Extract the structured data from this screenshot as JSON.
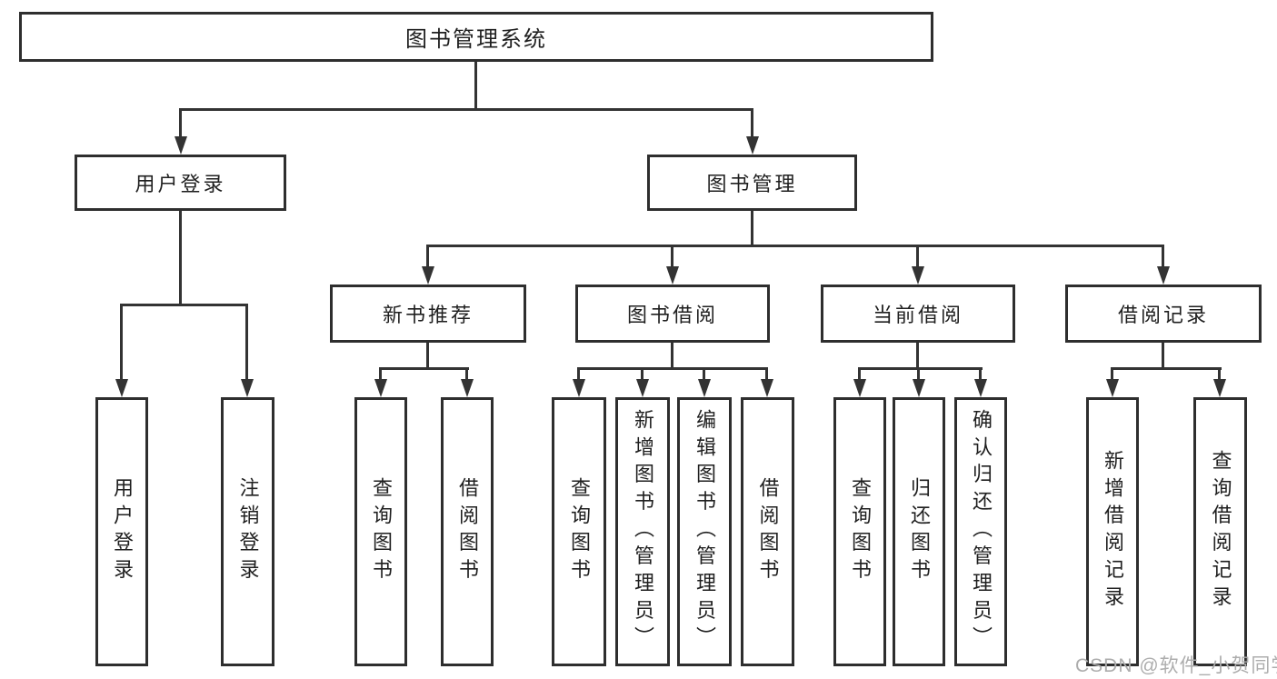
{
  "diagram": {
    "title": "图书管理系统",
    "root": {
      "label": "图书管理系统"
    },
    "login_branch": {
      "label": "用户登录",
      "children": [
        {
          "label": "用户登录"
        },
        {
          "label": "注销登录"
        }
      ]
    },
    "manage_branch": {
      "label": "图书管理",
      "groups": [
        {
          "label": "新书推荐",
          "children": [
            {
              "label": "查询图书"
            },
            {
              "label": "借阅图书"
            }
          ]
        },
        {
          "label": "图书借阅",
          "children": [
            {
              "label": "查询图书"
            },
            {
              "label": "新增图书（管理员）"
            },
            {
              "label": "编辑图书（管理员）"
            },
            {
              "label": "借阅图书"
            }
          ]
        },
        {
          "label": "当前借阅",
          "children": [
            {
              "label": "查询图书"
            },
            {
              "label": "归还图书"
            },
            {
              "label": "确认归还（管理员）"
            }
          ]
        },
        {
          "label": "借阅记录",
          "children": [
            {
              "label": "新增借阅记录"
            },
            {
              "label": "查询借阅记录"
            }
          ]
        }
      ]
    }
  },
  "watermark": {
    "text": "CSDN @软件_小贺同学"
  },
  "colors": {
    "line": "#333333",
    "box_border": "#2e2e2e",
    "text": "#1f1f1f",
    "watermark": "#adadad",
    "background": "#ffffff"
  }
}
